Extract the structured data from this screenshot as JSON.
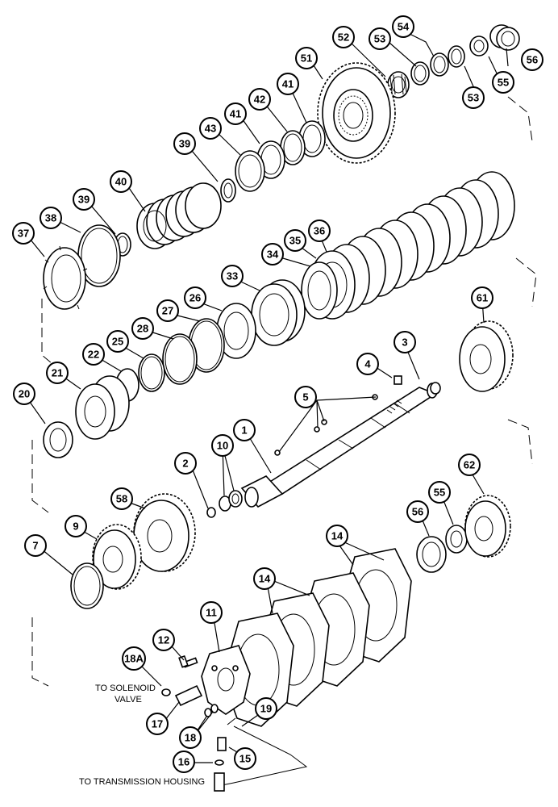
{
  "callouts": [
    {
      "id": "c1",
      "label": "1"
    },
    {
      "id": "c2",
      "label": "2"
    },
    {
      "id": "c3",
      "label": "3"
    },
    {
      "id": "c4",
      "label": "4"
    },
    {
      "id": "c5",
      "label": "5"
    },
    {
      "id": "c7",
      "label": "7"
    },
    {
      "id": "c9",
      "label": "9"
    },
    {
      "id": "c10",
      "label": "10"
    },
    {
      "id": "c11",
      "label": "11"
    },
    {
      "id": "c12",
      "label": "12"
    },
    {
      "id": "c14a",
      "label": "14"
    },
    {
      "id": "c14b",
      "label": "14"
    },
    {
      "id": "c15",
      "label": "15"
    },
    {
      "id": "c16",
      "label": "16"
    },
    {
      "id": "c17",
      "label": "17"
    },
    {
      "id": "c18",
      "label": "18"
    },
    {
      "id": "c18A",
      "label": "18A"
    },
    {
      "id": "c19",
      "label": "19"
    },
    {
      "id": "c20",
      "label": "20"
    },
    {
      "id": "c21",
      "label": "21"
    },
    {
      "id": "c22",
      "label": "22"
    },
    {
      "id": "c25",
      "label": "25"
    },
    {
      "id": "c26",
      "label": "26"
    },
    {
      "id": "c27",
      "label": "27"
    },
    {
      "id": "c28",
      "label": "28"
    },
    {
      "id": "c33",
      "label": "33"
    },
    {
      "id": "c34",
      "label": "34"
    },
    {
      "id": "c35",
      "label": "35"
    },
    {
      "id": "c36",
      "label": "36"
    },
    {
      "id": "c37",
      "label": "37"
    },
    {
      "id": "c38",
      "label": "38"
    },
    {
      "id": "c39a",
      "label": "39"
    },
    {
      "id": "c39b",
      "label": "39"
    },
    {
      "id": "c40",
      "label": "40"
    },
    {
      "id": "c41a",
      "label": "41"
    },
    {
      "id": "c41b",
      "label": "41"
    },
    {
      "id": "c42",
      "label": "42"
    },
    {
      "id": "c43",
      "label": "43"
    },
    {
      "id": "c51",
      "label": "51"
    },
    {
      "id": "c52",
      "label": "52"
    },
    {
      "id": "c53a",
      "label": "53"
    },
    {
      "id": "c53b",
      "label": "53"
    },
    {
      "id": "c54",
      "label": "54"
    },
    {
      "id": "c55a",
      "label": "55"
    },
    {
      "id": "c55b",
      "label": "55"
    },
    {
      "id": "c56a",
      "label": "56"
    },
    {
      "id": "c56b",
      "label": "56"
    },
    {
      "id": "c58",
      "label": "58"
    },
    {
      "id": "c61",
      "label": "61"
    },
    {
      "id": "c62",
      "label": "62"
    }
  ],
  "notes": {
    "solenoid_line1": "TO SOLENOID",
    "solenoid_line2": "VALVE",
    "transmission": "TO TRANSMISSION HOUSING"
  }
}
